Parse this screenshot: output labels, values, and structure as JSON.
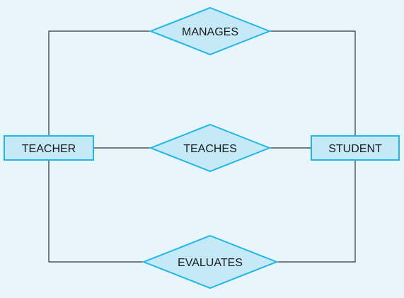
{
  "diagram": {
    "type": "er-diagram",
    "entities": [
      {
        "id": "teacher",
        "label": "TEACHER"
      },
      {
        "id": "student",
        "label": "STUDENT"
      }
    ],
    "relationships": [
      {
        "id": "manages",
        "label": "MANAGES",
        "from": "teacher",
        "to": "student"
      },
      {
        "id": "teaches",
        "label": "TEACHES",
        "from": "teacher",
        "to": "student"
      },
      {
        "id": "evaluates",
        "label": "EVALUATES",
        "from": "teacher",
        "to": "student"
      }
    ],
    "colors": {
      "background": "#e8f6fb",
      "shape_fill": "#c5e9f7",
      "shape_stroke": "#1fb6e8",
      "connector": "#333333",
      "text": "#1a1a1a"
    }
  }
}
